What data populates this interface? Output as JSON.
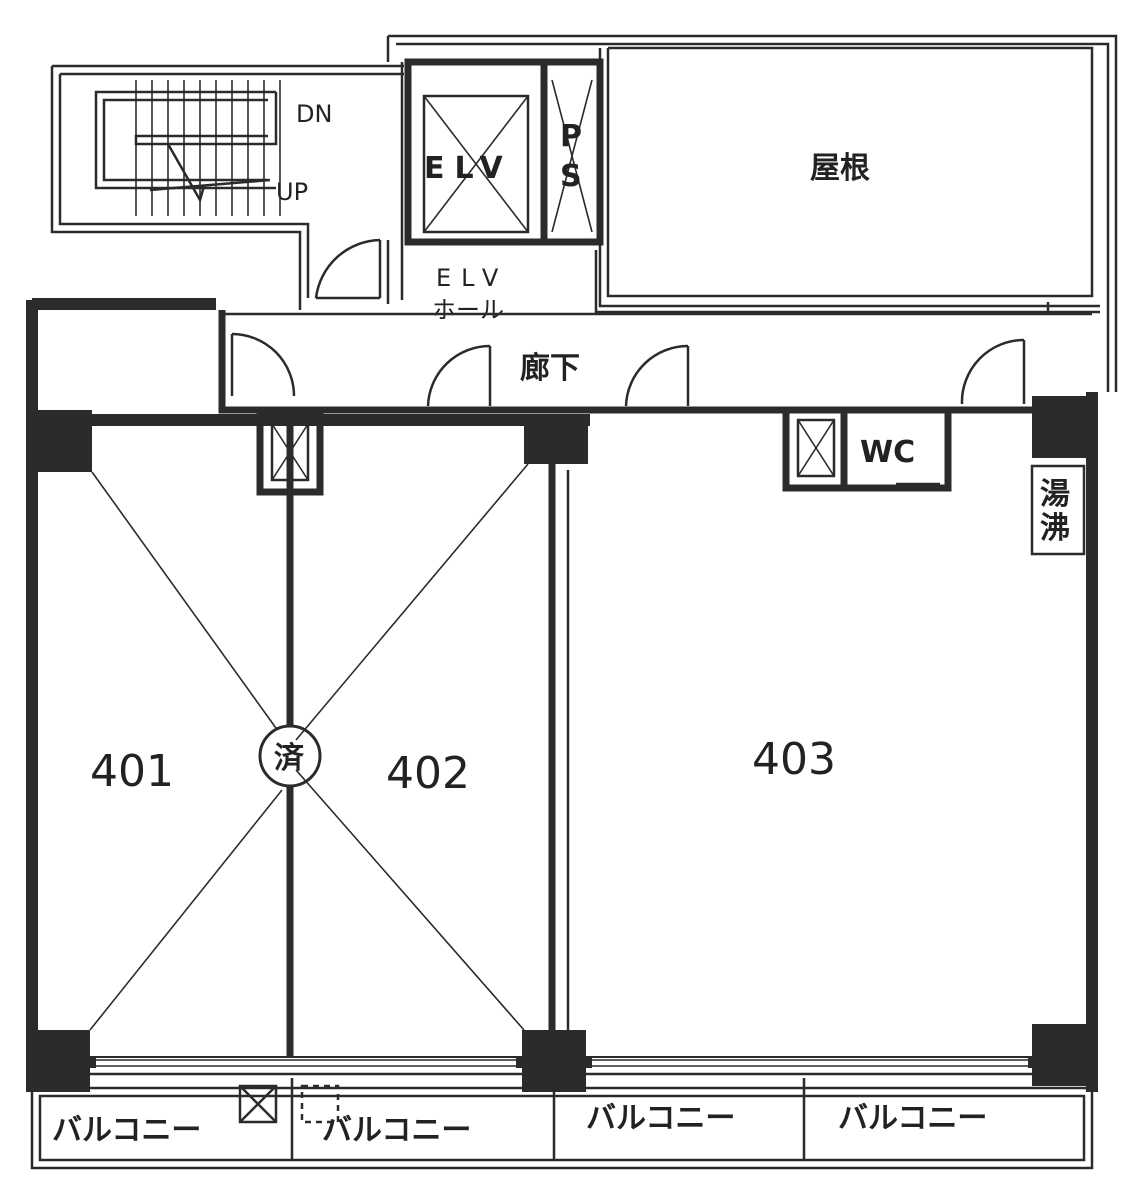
{
  "labels": {
    "stair_dn": "DN",
    "stair_up": "UP",
    "elevator": "ELV",
    "pipe_space_p": "P",
    "pipe_space_s": "S",
    "roof": "屋根",
    "elv_hall_line1": "ELV",
    "elv_hall_line2": "ホール",
    "corridor": "廊下",
    "wc": "WC",
    "kitchenette": "湯沸",
    "contracted_mark": "済"
  },
  "rooms": [
    {
      "number": "401",
      "status": "済"
    },
    {
      "number": "402"
    },
    {
      "number": "403"
    }
  ],
  "balconies": [
    "バルコニー",
    "バルコニー",
    "バルコニー",
    "バルコニー"
  ],
  "colors": {
    "ink": "#2b2b2b",
    "paper": "#ffffff"
  }
}
